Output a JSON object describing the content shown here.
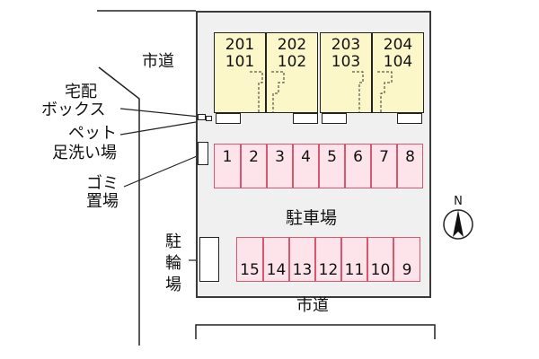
{
  "roads": {
    "north_road_label": "市道",
    "south_road_label": "市道"
  },
  "facilities": {
    "delivery_box": "宅配\nボックス",
    "delivery_box_line1": "宅配",
    "delivery_box_line2": "ボックス",
    "pet_wash_line1": "ペット",
    "pet_wash_line2": "足洗い場",
    "garbage_line1": "ゴミ",
    "garbage_line2": "置場",
    "bicycle_parking": "駐輪場"
  },
  "parking_lot_label": "駐車場",
  "units": [
    {
      "upper": "201",
      "lower": "101"
    },
    {
      "upper": "202",
      "lower": "102"
    },
    {
      "upper": "203",
      "lower": "103"
    },
    {
      "upper": "204",
      "lower": "104"
    }
  ],
  "parking_top_row": [
    "1",
    "2",
    "3",
    "4",
    "5",
    "6",
    "7",
    "8"
  ],
  "parking_bottom_row": [
    "15",
    "14",
    "13",
    "12",
    "11",
    "10",
    "9"
  ],
  "compass": {
    "label": "N"
  },
  "colors": {
    "unit_fill": "#fbf7c8",
    "parking_fill": "#fde3ea",
    "parking_border": "#d8566f",
    "site_fill": "#f0f0f0"
  }
}
